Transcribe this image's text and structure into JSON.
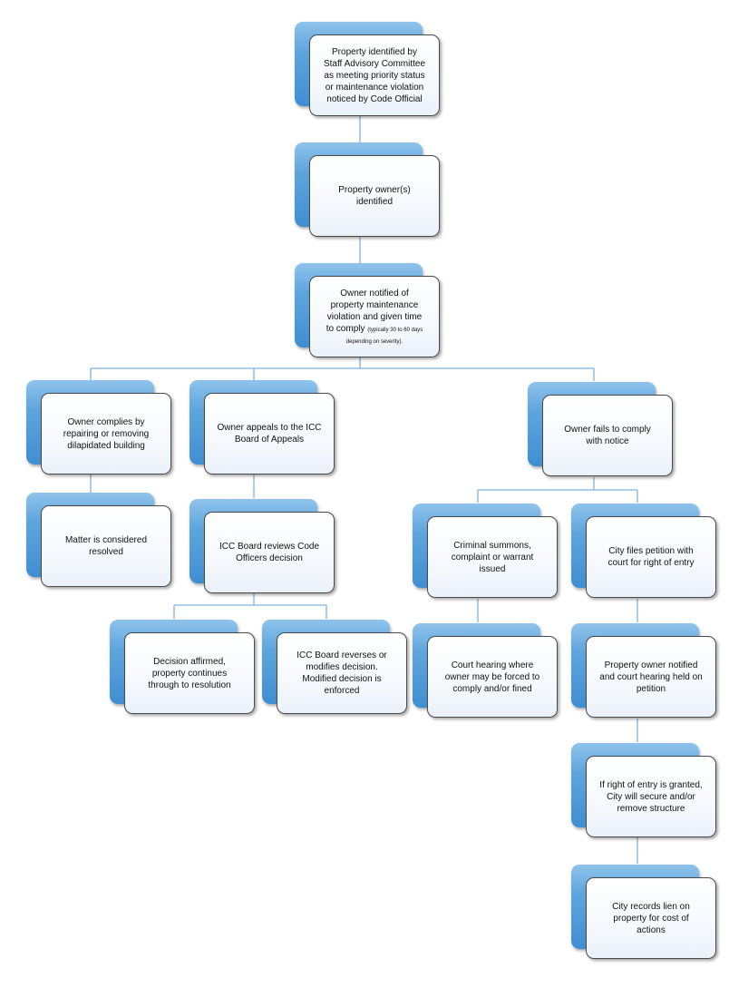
{
  "nodes": {
    "identified": "Property identified by\nStaff Advisory Committee\nas meeting priority status\nor maintenance violation\nnoticed by Code Official",
    "owner_identified": "Property owner(s)\nidentified",
    "owner_notified": "Owner notified of\nproperty maintenance\nviolation and given time\nto comply ",
    "owner_notified_note": "(typically 30 to 60 days depending on severity).",
    "complies": "Owner complies by\nrepairing or removing\ndilapidated building",
    "resolved": "Matter is considered\nresolved",
    "appeals": "Owner appeals to the ICC\nBoard of Appeals",
    "board_reviews": "ICC Board reviews Code\nOfficers  decision",
    "affirmed": "Decision affirmed,\nproperty continues\nthrough to resolution",
    "reverses": "ICC Board reverses or\nmodifies decision.\nModified decision is\nenforced",
    "fails": "Owner fails to comply\nwith notice",
    "criminal": "Criminal summons,\ncomplaint or warrant\nissued",
    "court_hearing": "Court hearing where\nowner may be forced to\ncomply and/or fined",
    "petition": "City files petition with\ncourt for right of entry",
    "petition_hearing": "Property owner notified\nand court hearing held on\npetition",
    "entry_granted": "If right of entry is granted,\nCity will secure and/or\nremove structure",
    "lien": "City records lien on\nproperty for cost of\nactions"
  },
  "colors": {
    "tab": "#5ea5dd",
    "connector": "#7fb2dd",
    "card_border": "#4a4a4a"
  }
}
